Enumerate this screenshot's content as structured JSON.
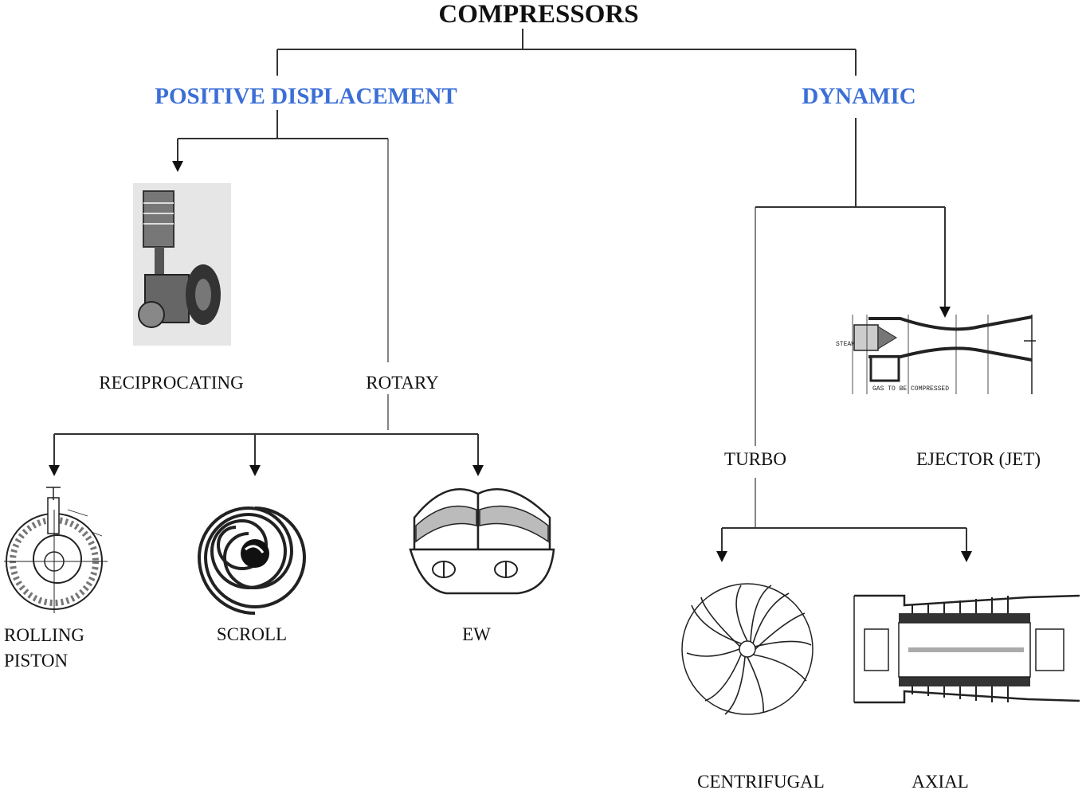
{
  "title": "COMPRESSORS",
  "categories": {
    "positive_displacement": "POSITIVE DISPLACEMENT",
    "dynamic": "DYNAMIC"
  },
  "nodes": {
    "reciprocating": "RECIPROCATING",
    "rotary": "ROTARY",
    "rolling_piston_line1": "ROLLING",
    "rolling_piston_line2": "PISTON",
    "scroll": "SCROLL",
    "ew": "EW",
    "turbo": "TURBO",
    "ejector": "EJECTOR (JET)",
    "centrifugal": "CENTRIFUGAL",
    "axial": "AXIAL"
  },
  "illustration_text": {
    "ejector_steam": "STEAM",
    "ejector_gas": "GAS TO BE COMPRESSED"
  },
  "colors": {
    "category_blue": "#3b6fd6",
    "line": "#333333"
  }
}
